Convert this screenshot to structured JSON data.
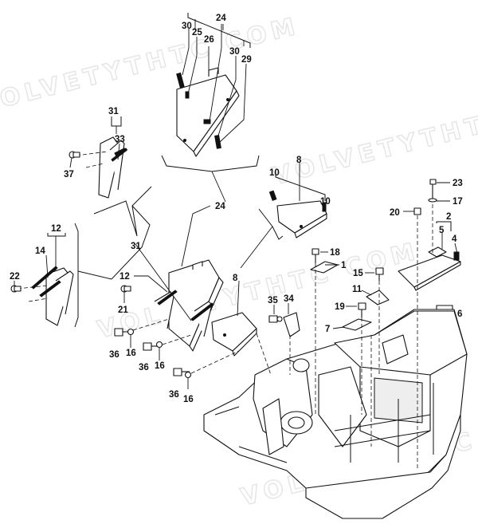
{
  "watermark": {
    "text": "VOLVETYTHTC COM"
  },
  "callouts": {
    "c30a": "30",
    "c25": "25",
    "c26": "26",
    "c24a": "24",
    "c30b": "30",
    "c29": "29",
    "c31a": "31",
    "c33": "33",
    "c37": "37",
    "c8a": "8",
    "c10a": "10",
    "c10b": "10",
    "c23": "23",
    "c17": "17",
    "c20": "20",
    "c2": "2",
    "c5": "5",
    "c4": "4",
    "c24b": "24",
    "c12a": "12",
    "c14": "14",
    "c22": "22",
    "c31b": "31",
    "c12b": "12",
    "c21": "21",
    "c8b": "8",
    "c18": "18",
    "c1": "1",
    "c15": "15",
    "c11": "11",
    "c35": "35",
    "c34": "34",
    "c19": "19",
    "c7": "7",
    "c6": "6",
    "c36a": "36",
    "c16a": "16",
    "c36b": "36",
    "c16b": "16",
    "c36c": "36",
    "c16c": "16"
  },
  "icons": {
    "bolt": "bolt-icon",
    "washer": "washer-icon"
  }
}
